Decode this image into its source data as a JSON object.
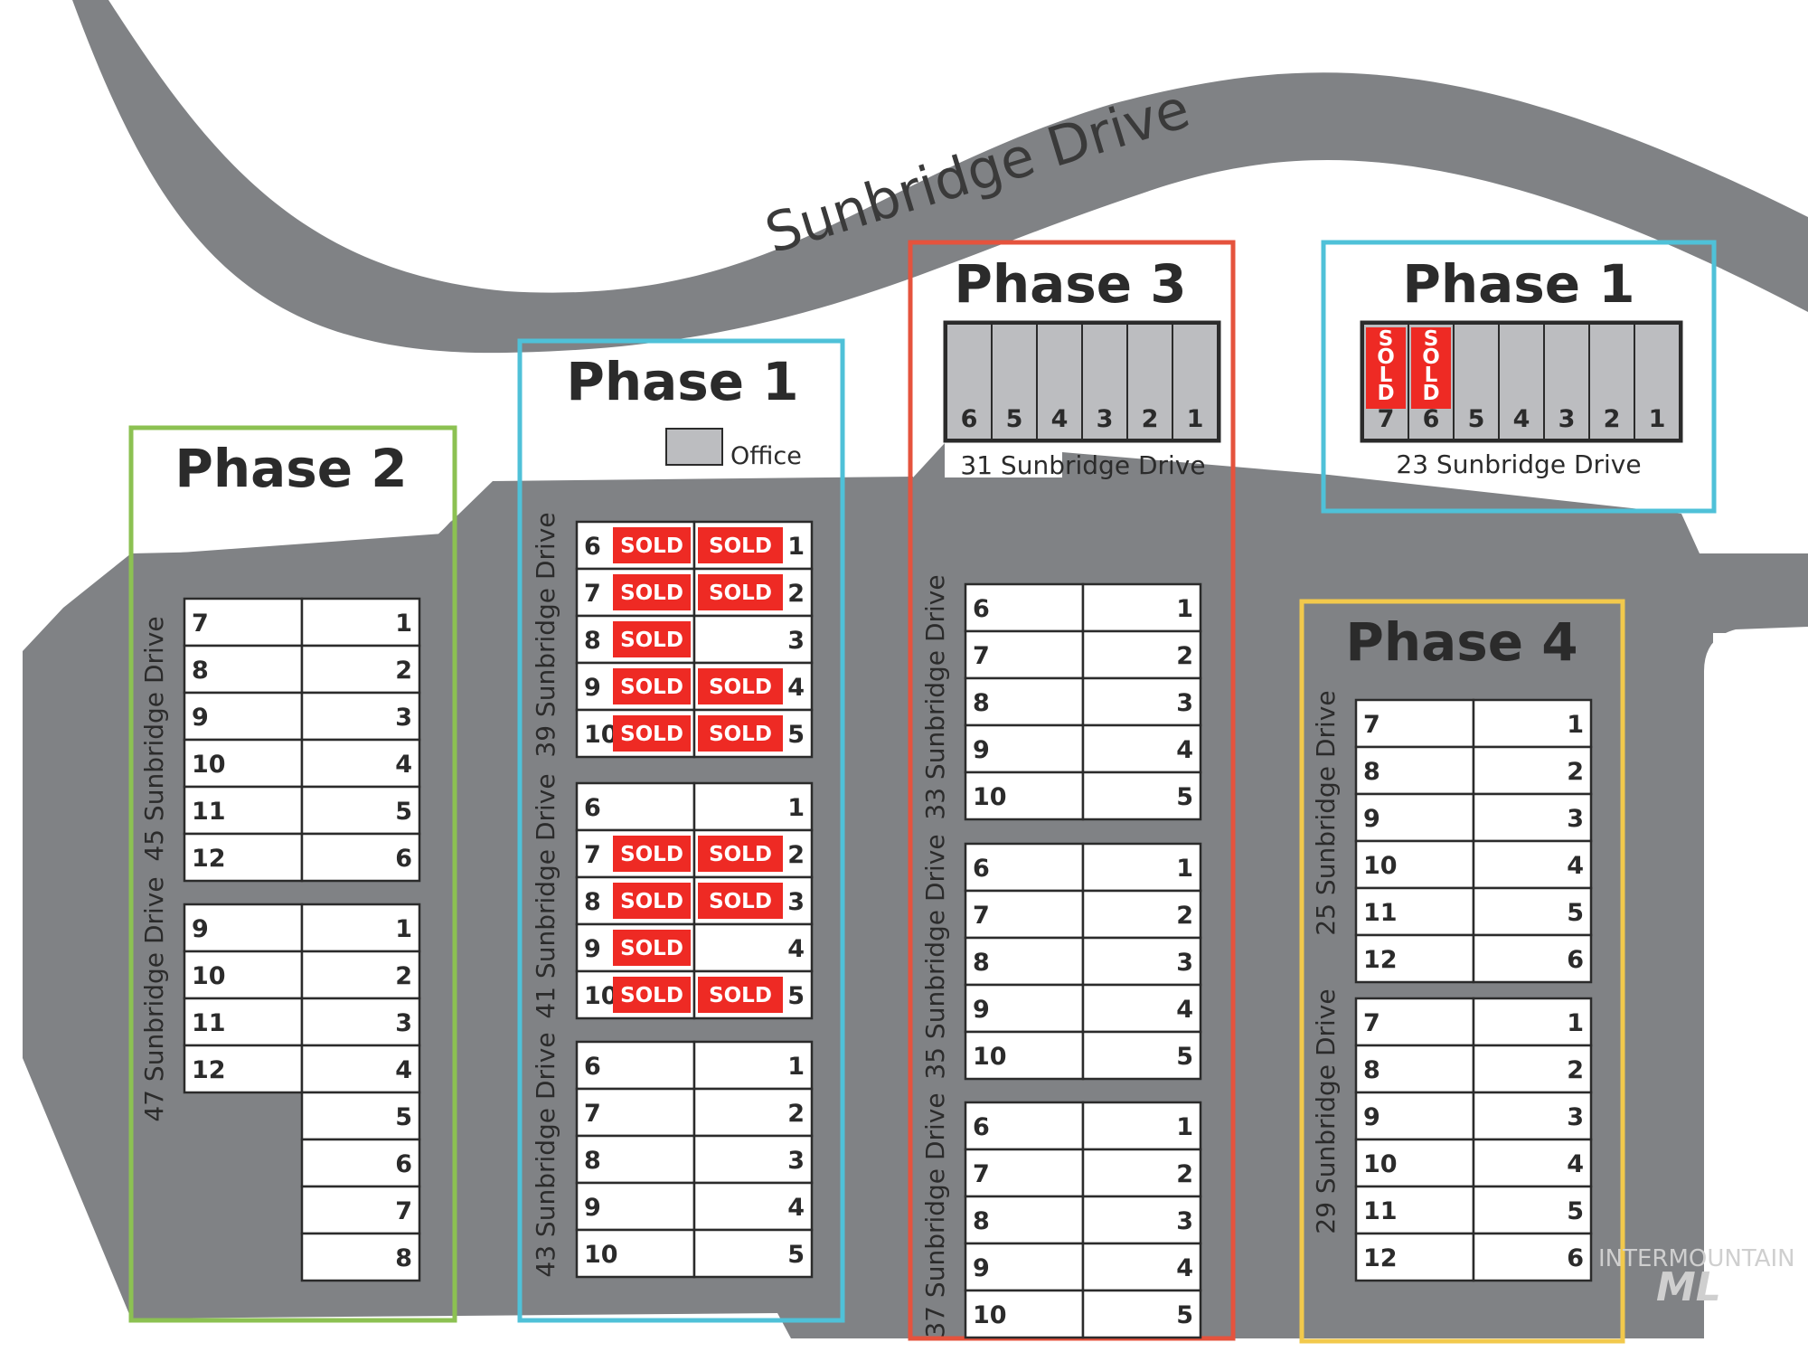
{
  "road_label": "Sunbridge Drive",
  "office_label": "Office",
  "sold_label": "SOLD",
  "watermark": {
    "line1": "INTERMOUNTAIN",
    "line2": "ML"
  },
  "phases": [
    {
      "id": "phase2",
      "title": "Phase 2",
      "color": "#8cc152"
    },
    {
      "id": "phase1-center",
      "title": "Phase 1",
      "color": "#4fc1d8"
    },
    {
      "id": "phase3",
      "title": "Phase 3",
      "color": "#e5533d"
    },
    {
      "id": "phase1-right",
      "title": "Phase 1",
      "color": "#4fc1d8"
    },
    {
      "id": "phase4",
      "title": "Phase 4",
      "color": "#f2c94c"
    }
  ],
  "buildings": [
    {
      "id": "b45",
      "label": "45 Sunbridge Drive",
      "left_units": [
        "7",
        "8",
        "9",
        "10",
        "11",
        "12"
      ],
      "right_units": [
        "1",
        "2",
        "3",
        "4",
        "5",
        "6"
      ],
      "sold": []
    },
    {
      "id": "b47",
      "label": "47 Sunbridge Drive",
      "left_units": [
        "9",
        "10",
        "11",
        "12"
      ],
      "right_units": [
        "1",
        "2",
        "3",
        "4",
        "5",
        "6",
        "7",
        "8"
      ],
      "sold": []
    },
    {
      "id": "b39",
      "label": "39 Sunbridge Drive",
      "left_units": [
        "6",
        "7",
        "8",
        "9",
        "10"
      ],
      "right_units": [
        "1",
        "2",
        "3",
        "4",
        "5"
      ],
      "sold": [
        "6",
        "7",
        "8",
        "9",
        "10",
        "1",
        "2",
        "4",
        "5"
      ]
    },
    {
      "id": "b41",
      "label": "41 Sunbridge Drive",
      "left_units": [
        "6",
        "7",
        "8",
        "9",
        "10"
      ],
      "right_units": [
        "1",
        "2",
        "3",
        "4",
        "5"
      ],
      "sold": [
        "7",
        "8",
        "9",
        "10",
        "2",
        "3",
        "5"
      ]
    },
    {
      "id": "b43",
      "label": "43 Sunbridge Drive",
      "left_units": [
        "6",
        "7",
        "8",
        "9",
        "10"
      ],
      "right_units": [
        "1",
        "2",
        "3",
        "4",
        "5"
      ],
      "sold": []
    },
    {
      "id": "b33",
      "label": "33 Sunbridge Drive",
      "left_units": [
        "6",
        "7",
        "8",
        "9",
        "10"
      ],
      "right_units": [
        "1",
        "2",
        "3",
        "4",
        "5"
      ],
      "sold": []
    },
    {
      "id": "b35",
      "label": "35 Sunbridge Drive",
      "left_units": [
        "6",
        "7",
        "8",
        "9",
        "10"
      ],
      "right_units": [
        "1",
        "2",
        "3",
        "4",
        "5"
      ],
      "sold": []
    },
    {
      "id": "b37",
      "label": "37 Sunbridge Drive",
      "left_units": [
        "6",
        "7",
        "8",
        "9",
        "10"
      ],
      "right_units": [
        "1",
        "2",
        "3",
        "4",
        "5"
      ],
      "sold": []
    },
    {
      "id": "b25",
      "label": "25 Sunbridge Drive",
      "left_units": [
        "7",
        "8",
        "9",
        "10",
        "11",
        "12"
      ],
      "right_units": [
        "1",
        "2",
        "3",
        "4",
        "5",
        "6"
      ],
      "sold": []
    },
    {
      "id": "b29",
      "label": "29 Sunbridge Drive",
      "left_units": [
        "7",
        "8",
        "9",
        "10",
        "11",
        "12"
      ],
      "right_units": [
        "1",
        "2",
        "3",
        "4",
        "5",
        "6"
      ],
      "sold": []
    },
    {
      "id": "b31",
      "label": "31 Sunbridge Drive",
      "units": [
        "6",
        "5",
        "4",
        "3",
        "2",
        "1"
      ],
      "sold": []
    },
    {
      "id": "b23",
      "label": "23 Sunbridge Drive",
      "units": [
        "7",
        "6",
        "5",
        "4",
        "3",
        "2",
        "1"
      ],
      "sold": [
        "7",
        "6"
      ]
    }
  ],
  "colors": {
    "road": "#808285",
    "unit": "#ececed",
    "garage": "#bcbdc0",
    "sold": "#ee2a24",
    "text": "#2b2b2b"
  }
}
